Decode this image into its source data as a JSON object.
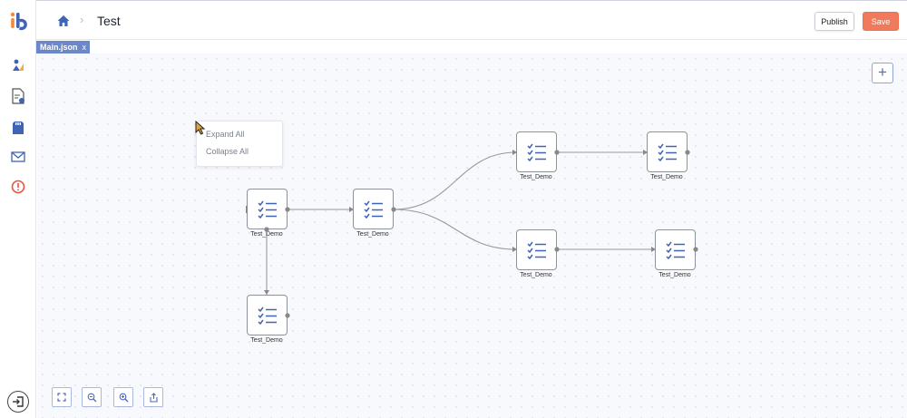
{
  "header": {
    "title": "Test",
    "publish_label": "Publish",
    "save_label": "Save"
  },
  "tab": {
    "label": "Main.json",
    "close_glyph": "x"
  },
  "context_menu": {
    "items": [
      "Expand All",
      "Collapse All"
    ]
  },
  "add_button": {
    "glyph": "+"
  },
  "nodes": [
    {
      "label": "Test_Demo",
      "icon": "checklist-icon"
    },
    {
      "label": "Test_Demo",
      "icon": "checklist-icon"
    },
    {
      "label": "Test_Demo",
      "icon": "checklist-icon"
    },
    {
      "label": "Test_Demo",
      "icon": "checklist-icon"
    },
    {
      "label": "Test_Demo",
      "icon": "checklist-icon"
    },
    {
      "label": "Test_Demo",
      "icon": "checklist-icon"
    },
    {
      "label": "Test_Demo",
      "icon": "checklist-icon"
    }
  ],
  "sidebar": {
    "icons": [
      "app-logo-icon",
      "flow-icon",
      "document-settings-icon",
      "storage-icon",
      "mail-icon",
      "alert-icon",
      "logout-icon"
    ]
  },
  "toolbar": {
    "buttons": [
      "fit-view-icon",
      "zoom-out-icon",
      "zoom-in-icon",
      "export-icon"
    ]
  },
  "colors": {
    "accent": "#4d6bb7",
    "tab": "#6b86c9",
    "save": "#f27a5c",
    "alert": "#e8533d"
  }
}
